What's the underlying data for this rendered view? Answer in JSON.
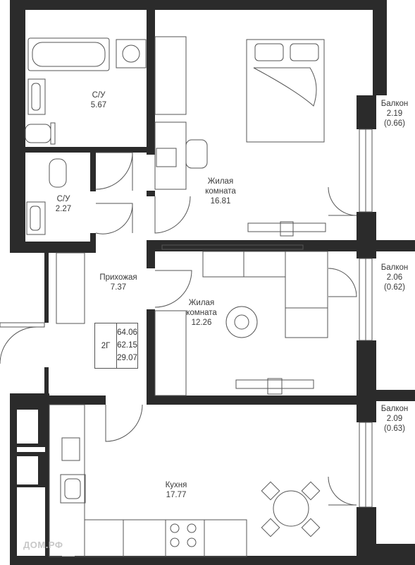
{
  "rooms": {
    "bath1": {
      "name": "С/У",
      "area": "5.67"
    },
    "bath2": {
      "name": "С/У",
      "area": "2.27"
    },
    "living1": {
      "name_line1": "Жилая",
      "name_line2": "комната",
      "area": "16.81"
    },
    "living2": {
      "name_line1": "Жилая",
      "name_line2": "комната",
      "area": "12.26"
    },
    "hallway": {
      "name": "Прихожая",
      "area": "7.37"
    },
    "kitchen": {
      "name": "Кухня",
      "area": "17.77"
    }
  },
  "balconies": [
    {
      "name": "Балкон",
      "area": "2.19",
      "reduced": "(0.66)"
    },
    {
      "name": "Балкон",
      "area": "2.06",
      "reduced": "(0.62)"
    },
    {
      "name": "Балкон",
      "area": "2.09",
      "reduced": "(0.63)"
    }
  ],
  "summary": {
    "code": "2Г",
    "total": "64.06",
    "living_total": "62.15",
    "living": "29.07"
  },
  "watermark": "ДОМ.РФ",
  "colors": {
    "wall": "#2b2b2b",
    "line": "#555555",
    "background": "#ffffff"
  }
}
